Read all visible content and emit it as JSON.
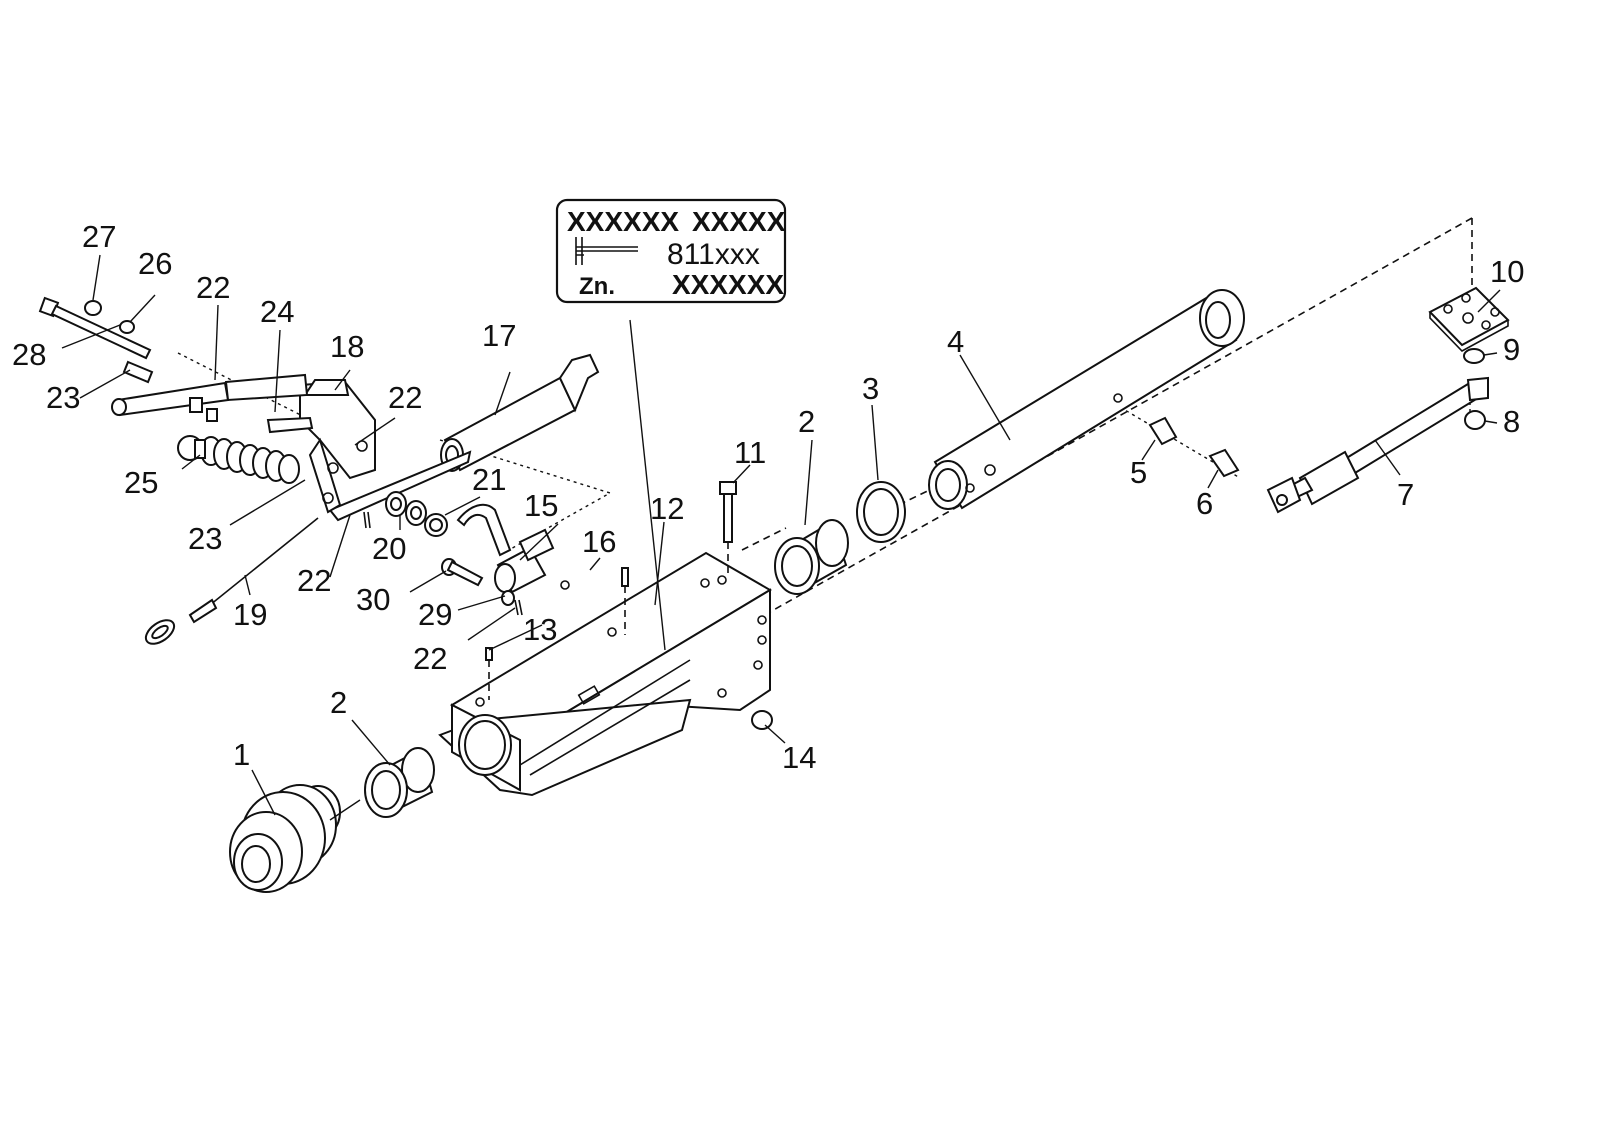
{
  "plate": {
    "line1_left": "XXXXXX",
    "line1_right": "XXXXX",
    "line2_number": "811xxx",
    "line3_prefix": "Zn.",
    "line3_value": "XXXXXX"
  },
  "callouts": [
    {
      "id": "c1",
      "label": "1"
    },
    {
      "id": "c2a",
      "label": "2"
    },
    {
      "id": "c2b",
      "label": "2"
    },
    {
      "id": "c3",
      "label": "3"
    },
    {
      "id": "c4",
      "label": "4"
    },
    {
      "id": "c5",
      "label": "5"
    },
    {
      "id": "c6",
      "label": "6"
    },
    {
      "id": "c7",
      "label": "7"
    },
    {
      "id": "c8",
      "label": "8"
    },
    {
      "id": "c9",
      "label": "9"
    },
    {
      "id": "c10",
      "label": "10"
    },
    {
      "id": "c11",
      "label": "11"
    },
    {
      "id": "c12",
      "label": "12"
    },
    {
      "id": "c13",
      "label": "13"
    },
    {
      "id": "c14",
      "label": "14"
    },
    {
      "id": "c15",
      "label": "15"
    },
    {
      "id": "c16",
      "label": "16"
    },
    {
      "id": "c17",
      "label": "17"
    },
    {
      "id": "c18",
      "label": "18"
    },
    {
      "id": "c19",
      "label": "19"
    },
    {
      "id": "c20",
      "label": "20"
    },
    {
      "id": "c21",
      "label": "21"
    },
    {
      "id": "c22a",
      "label": "22"
    },
    {
      "id": "c22b",
      "label": "22"
    },
    {
      "id": "c22c",
      "label": "22"
    },
    {
      "id": "c22d",
      "label": "22"
    },
    {
      "id": "c23a",
      "label": "23"
    },
    {
      "id": "c23b",
      "label": "23"
    },
    {
      "id": "c24",
      "label": "24"
    },
    {
      "id": "c25",
      "label": "25"
    },
    {
      "id": "c26",
      "label": "26"
    },
    {
      "id": "c27",
      "label": "27"
    },
    {
      "id": "c28",
      "label": "28"
    },
    {
      "id": "c29",
      "label": "29"
    },
    {
      "id": "c30",
      "label": "30"
    }
  ]
}
